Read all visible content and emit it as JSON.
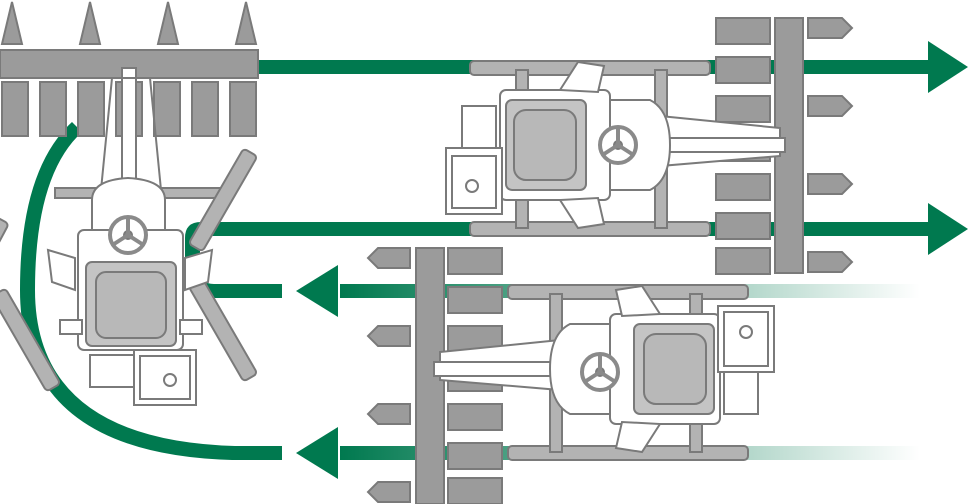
{
  "diagram": {
    "description_free": true,
    "colors": {
      "path": "#00794f",
      "tractor_fill": "#ffffff",
      "tractor_stroke": "#7a7a7a",
      "implement": "#9b9b9b",
      "implement_light": "#b3b3b3",
      "seat": "#b8b8b8"
    },
    "elements": {
      "paths": [
        "top-pass-path",
        "second-pass-path",
        "third-pass-path",
        "bottom-pass-path",
        "headland-turn-path"
      ],
      "arrows": [
        "arrow-right-top",
        "arrow-right-middle",
        "arrow-left-middle",
        "arrow-left-bottom"
      ],
      "tractors": [
        "tractor-turning",
        "tractor-right-heading",
        "tractor-left-heading"
      ],
      "icons": [
        "steering-wheel-icon",
        "seat-icon",
        "implement-tines-icon"
      ]
    }
  }
}
